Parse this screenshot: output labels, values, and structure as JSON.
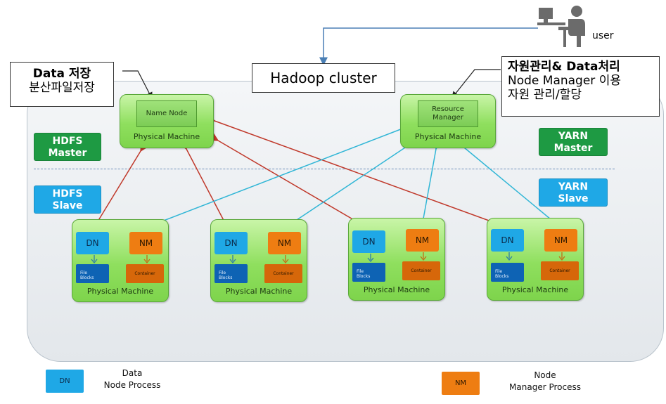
{
  "diagram": {
    "top_title": "Hadoop cluster",
    "user_label": "user",
    "hdfs_callout": {
      "title": "Data 저장",
      "subtitle": "분산파일저장"
    },
    "yarn_callout": {
      "title": "자원관리& Data처리",
      "line1": "Node Manager 이용",
      "line2": "자원 관리/할당"
    },
    "roles": {
      "hdfs_master": [
        "HDFS",
        "Master"
      ],
      "hdfs_slave": [
        "HDFS",
        "Slave"
      ],
      "yarn_master": [
        "YARN",
        "Master"
      ],
      "yarn_slave": [
        "YARN",
        "Slave"
      ]
    },
    "masters": {
      "name_node": {
        "inner": "Name Node",
        "label": "Physical Machine"
      },
      "resource_manager": {
        "inner": [
          "Resource",
          "Manager"
        ],
        "label": "Physical Machine"
      }
    },
    "worker_machines": [
      {
        "dn": "DN",
        "nm": "NM",
        "file_blocks": [
          "File",
          "Blocks"
        ],
        "container": "Container",
        "label": "Physical Machine"
      },
      {
        "dn": "DN",
        "nm": "NM",
        "file_blocks": [
          "File",
          "Blocks"
        ],
        "container": "Container",
        "label": "Physical Machine"
      },
      {
        "dn": "DN",
        "nm": "NM",
        "file_blocks": [
          "File",
          "Blocks"
        ],
        "container": "Container",
        "label": "Physical Machine"
      },
      {
        "dn": "DN",
        "nm": "NM",
        "file_blocks": [
          "File",
          "Blocks"
        ],
        "container": "Container",
        "label": "Physical Machine"
      }
    ],
    "legend": {
      "dn": {
        "box": "DN",
        "text": [
          "Data",
          "Node Process"
        ]
      },
      "nm": {
        "box": "NM",
        "text": [
          "Node",
          "Manager Process"
        ]
      }
    },
    "colors": {
      "hdfs_arrow": "#c0392b",
      "yarn_arrow": "#31b6d6",
      "dn": "#1fa8e6",
      "nm": "#ee7d12",
      "machine": "#8fdf5e"
    }
  }
}
